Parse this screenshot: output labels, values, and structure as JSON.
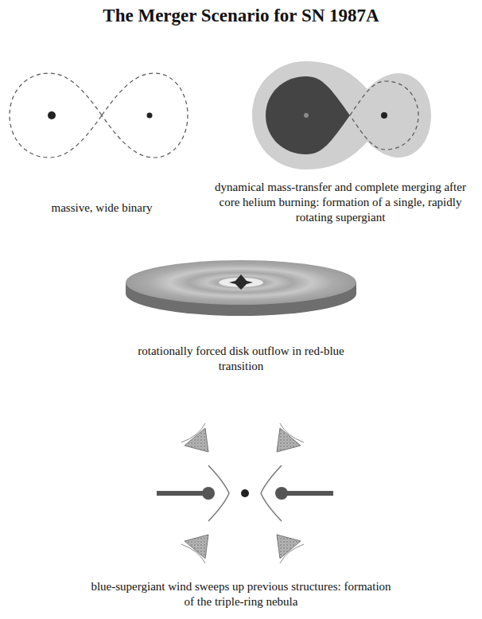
{
  "diagram": {
    "title": "The Merger Scenario for SN 1987A",
    "labels": [
      "massive, wide binary",
      "dynamical mass-transfer and complete merging after core helium burning: formation of a single, rapidly rotating supergiant",
      "rotationally forced disk outflow in red-blue transition",
      "blue-supergiant wind sweeps up previous structures: formation of the triple-ring nebula"
    ]
  }
}
